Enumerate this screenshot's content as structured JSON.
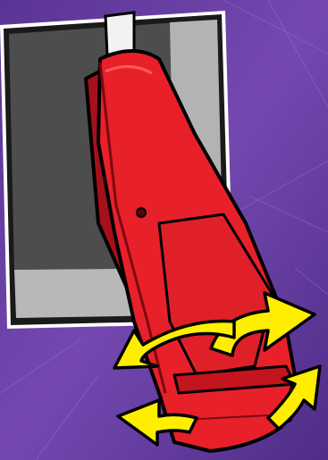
{
  "scene": {
    "background": {
      "name": "purple-textured-background",
      "base_color": "#6a3fa6",
      "dark_color": "#4a2a80"
    },
    "wall_panel": {
      "name": "recessed-panel",
      "frame_color": "#ffffff",
      "outer_color": "#1a1a1a",
      "inner_dark": "#555555",
      "inner_light": "#b8b8b8"
    },
    "clip": {
      "name": "red-alligator-clip",
      "color": "#e8202a",
      "shadow_color": "#9c0f17",
      "highlight_color": "#ff4a4a"
    },
    "arrows": {
      "name": "yellow-rotation-arrows",
      "color": "#ffee00",
      "outline_color": "#000000",
      "count": 3
    }
  }
}
